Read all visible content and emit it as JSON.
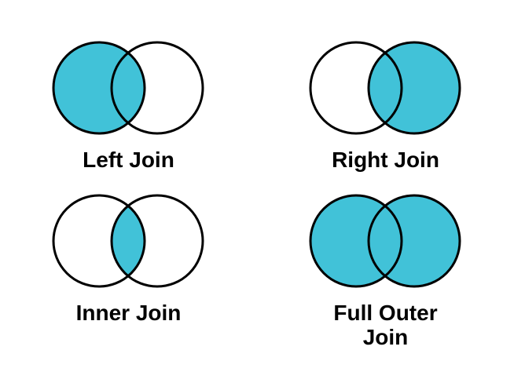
{
  "figure": {
    "type": "venn-diagram-set",
    "description_of_layout": "2x2 grid of two-circle Venn diagrams illustrating SQL join types"
  },
  "colors": {
    "fill": "#41C2D8",
    "stroke": "#000000",
    "label": "#000000",
    "background": "#FFFFFF"
  },
  "joins": [
    {
      "label": "Left Join",
      "shaded_region": "left"
    },
    {
      "label": "Right Join",
      "shaded_region": "right"
    },
    {
      "label": "Inner Join",
      "shaded_region": "intersection"
    },
    {
      "label": "Full Outer Join",
      "shaded_region": "both"
    }
  ]
}
